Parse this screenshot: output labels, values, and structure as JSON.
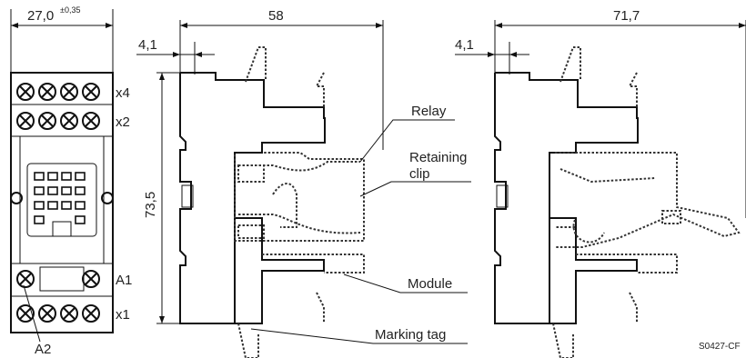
{
  "front_view": {
    "width_dim": "27,0",
    "width_tol": "±0,35",
    "terminal_labels": {
      "x4": "x4",
      "x2": "x2",
      "a1": "A1",
      "x1": "x1",
      "a2": "A2"
    }
  },
  "side_view_1": {
    "width_dim": "58",
    "offset_dim": "4,1",
    "height_dim": "73,5",
    "callouts": {
      "relay": "Relay",
      "retaining_clip_line1": "Retaining",
      "retaining_clip_line2": "clip",
      "module": "Module",
      "marking_tag": "Marking tag"
    }
  },
  "side_view_2": {
    "width_dim": "71,7",
    "offset_dim": "4,1"
  },
  "drawing_code": "S0427-CF"
}
